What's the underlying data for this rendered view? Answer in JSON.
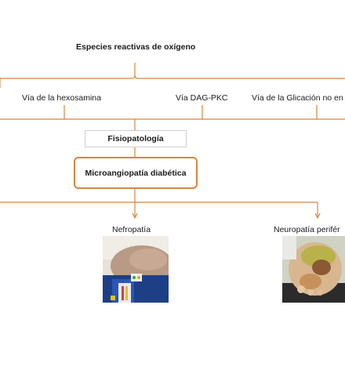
{
  "diagram": {
    "top_title": "Especies reactivas de oxígeno",
    "pathways": [
      {
        "label": "Vía de la hexosamina"
      },
      {
        "label": "Vía DAG-PKC"
      },
      {
        "label": "Vía de la Glicación no en"
      }
    ],
    "fisio_label": "Fisiopatología",
    "main_box": "Microangiopatía diabética",
    "outcomes": [
      {
        "label": "Nefropatía",
        "image": "kidney-dialysis-photo"
      },
      {
        "label": "Neuropatía perifér",
        "image": "diabetic-foot-photo"
      }
    ]
  },
  "colors": {
    "connector": "#d9853b",
    "main_border": "#d9853b",
    "plain_border": "#cfcfcf"
  }
}
